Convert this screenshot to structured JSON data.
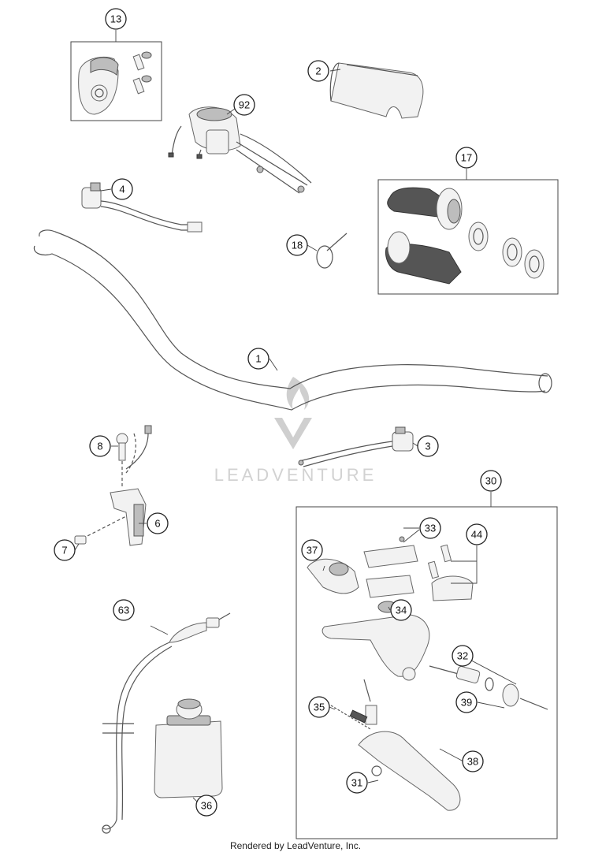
{
  "watermark": {
    "brand": "LEADVENTURE"
  },
  "footer": {
    "text": "Rendered by LeadVenture, Inc."
  },
  "callouts": {
    "c13": "13",
    "c2": "2",
    "c92": "92",
    "c4": "4",
    "c17": "17",
    "c18": "18",
    "c1": "1",
    "c8": "8",
    "c3": "3",
    "c6": "6",
    "c7": "7",
    "c30": "30",
    "c33": "33",
    "c44": "44",
    "c37": "37",
    "c34": "34",
    "c63": "63",
    "c32": "32",
    "c39": "39",
    "c35": "35",
    "c38": "38",
    "c31": "31",
    "c36": "36"
  }
}
